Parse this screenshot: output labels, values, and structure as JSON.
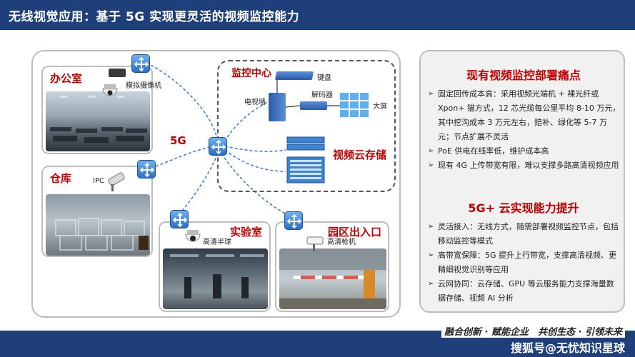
{
  "header": {
    "title": "无线视觉应用：基于 5G 实现更灵活的视频监控能力"
  },
  "diagram": {
    "label_5g": "5G",
    "office": {
      "title": "办公室",
      "camera": "模拟摄像机"
    },
    "warehouse": {
      "title": "仓库",
      "camera": "IPC"
    },
    "lab": {
      "title": "实验室",
      "camera": "高清半球"
    },
    "gate": {
      "title": "园区出入口",
      "camera": "高清枪机"
    },
    "center": {
      "title": "监控中心",
      "keyboard": "键盘",
      "video_wall": "电视墙",
      "decoder": "解码器",
      "big_screen": "大屏",
      "storage": "视频云存储"
    }
  },
  "side": {
    "pain_title": "现有视频监控部署痛点",
    "pain_points": [
      "固定回传成本高：采用视频光端机 + 裸光纤或 Xpon+ 猫方式，12 芯光缆每公里平均 8-10 万元，其中挖沟成本 3 万元左右，赔补、绿化等 5-7 万元；节点扩展不灵活",
      "PoE 供电在线率低，维护成本高",
      "现有 4G 上传带宽有限，难以支撑多路高清视频应用"
    ],
    "gain_title": "5G+ 云实现能力提升",
    "gain_points": [
      "灵活接入：无线方式，随需部署视频监控节点，包括移动监控等模式",
      "高带宽保障：5G 提升上行带宽，支撑高清视频、更精细视觉识别等应用",
      "云网协同：云存储、GPU 等云服务能力支撑海量数据存储、视频 AI 分析"
    ]
  },
  "footer": {
    "slogan": "融合创新 · 赋能企业　共创生态 · 引领未来",
    "watermark": "搜狐号@无忧知识星球"
  }
}
